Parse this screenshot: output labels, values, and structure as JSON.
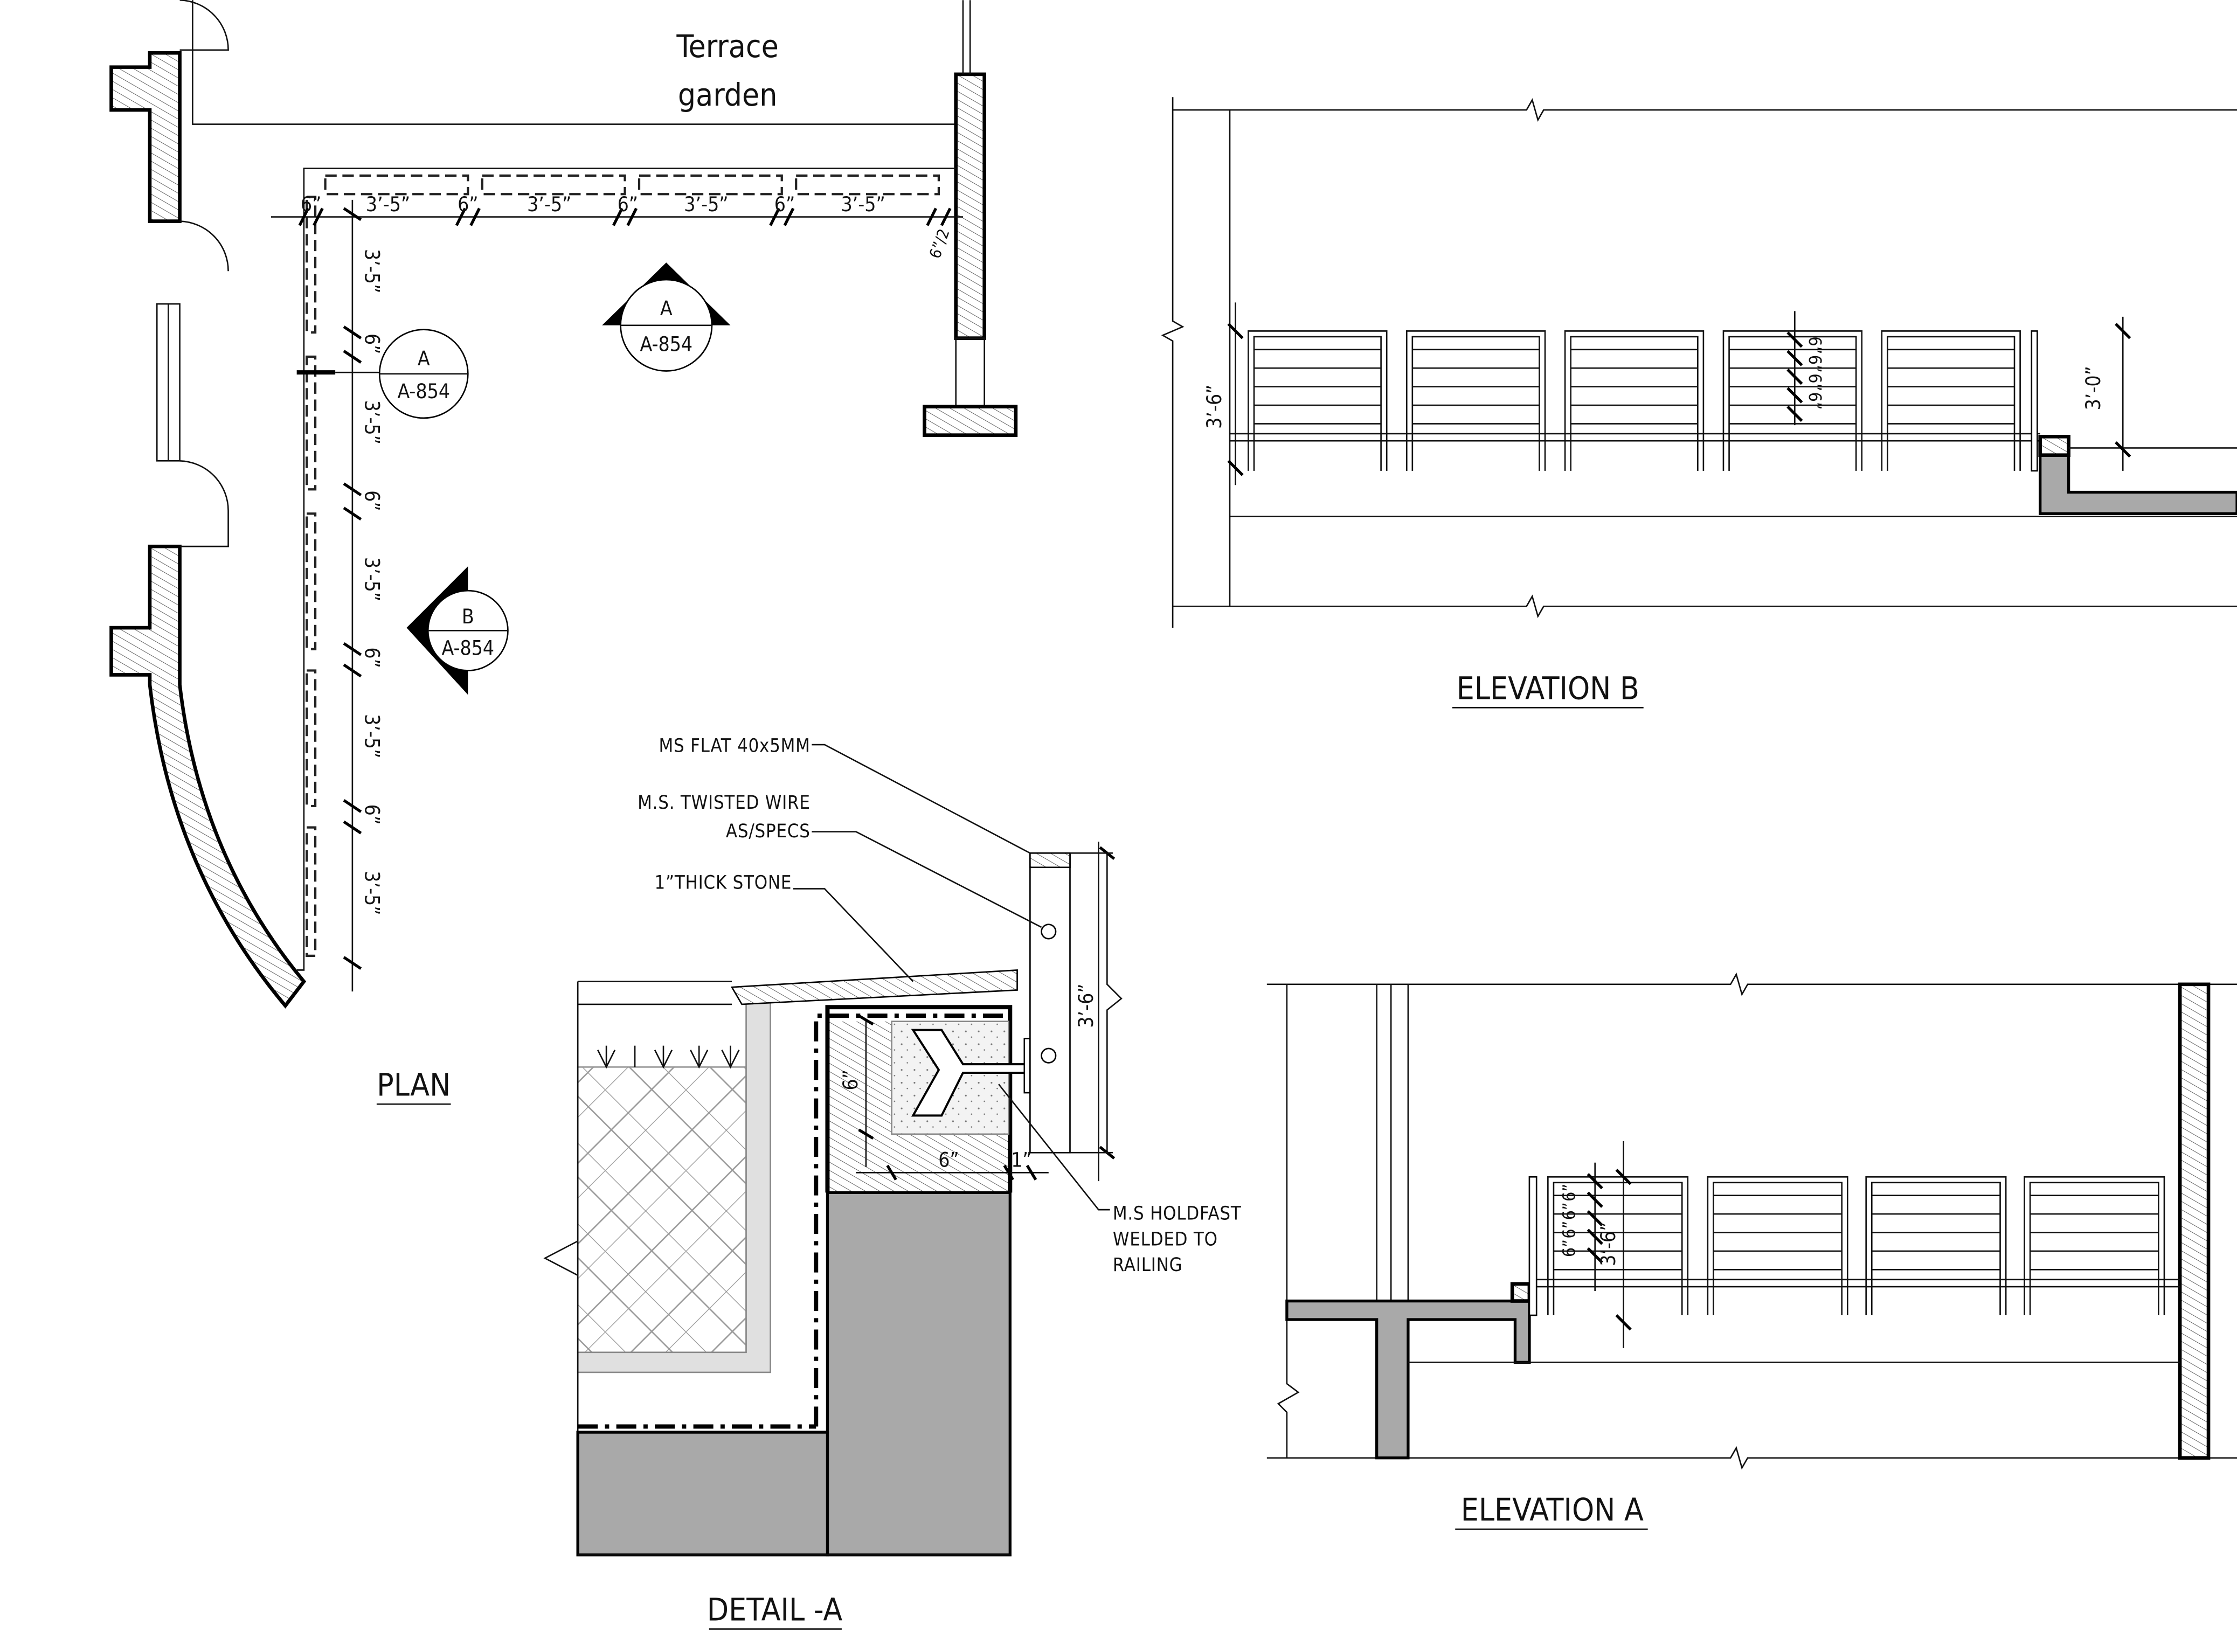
{
  "plan": {
    "area_label_line1": "Terrace",
    "area_label_line2": "garden",
    "title": "PLAN",
    "top_dims": [
      "6”",
      "3’-5”",
      "6”",
      "3’-5”",
      "6”",
      "3’-5”",
      "6”",
      "3’-5”"
    ],
    "corner_dim": "6”/2",
    "left_dims": [
      "3’-5”",
      "6”",
      "3’-5”",
      "6”",
      "3’-5”",
      "6”",
      "3’-5”",
      "6”",
      "3’-5”"
    ],
    "markers": [
      {
        "letter": "A",
        "sheet": "A-854"
      },
      {
        "letter": "A",
        "sheet": "A-854"
      },
      {
        "letter": "B",
        "sheet": "A-854"
      }
    ]
  },
  "elevation_b": {
    "title": "ELEVATION B",
    "height_dim": "3’-6”",
    "wire_spacing_dims": [
      "6”",
      "6”",
      "6”",
      "6”"
    ],
    "right_dim": "3’-0”"
  },
  "detail_a": {
    "title": "DETAIL -A",
    "callouts": {
      "ms_flat": "MS FLAT 40x5MM",
      "wire_line1": "M.S. TWISTED WIRE",
      "wire_line2": "AS/SPECS",
      "stone": "1”THICK STONE",
      "holdfast_line1": "M.S HOLDFAST",
      "holdfast_line2": "WELDED TO",
      "holdfast_line3": "RAILING"
    },
    "dims": {
      "embed_depth": "6”",
      "embed_width": "6”",
      "offset": "1”",
      "rail_height": "3’-6”"
    }
  },
  "elevation_a": {
    "title": "ELEVATION A",
    "wire_spacing_dims": [
      "6”",
      "6”",
      "6”",
      "6”"
    ],
    "height_dim": "3’-6”"
  },
  "colors": {
    "line": "#111111",
    "concrete": "#a9a9a9"
  }
}
